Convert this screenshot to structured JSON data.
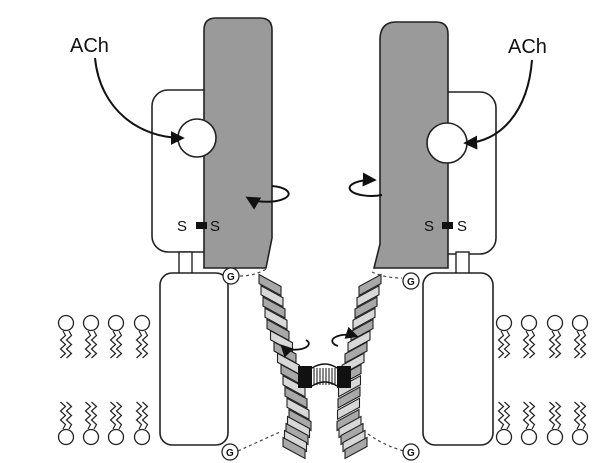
{
  "labels": {
    "ach_left": "ACh",
    "ach_right": "ACh",
    "s_left_a": "S",
    "s_left_b": "S",
    "s_right_a": "S",
    "s_right_b": "S",
    "gate_glycine": "G"
  },
  "colors": {
    "domain_fill": "#9a9a9a",
    "outline": "#222222",
    "helix_fill": "#c8c8c8",
    "background": "#ffffff"
  }
}
